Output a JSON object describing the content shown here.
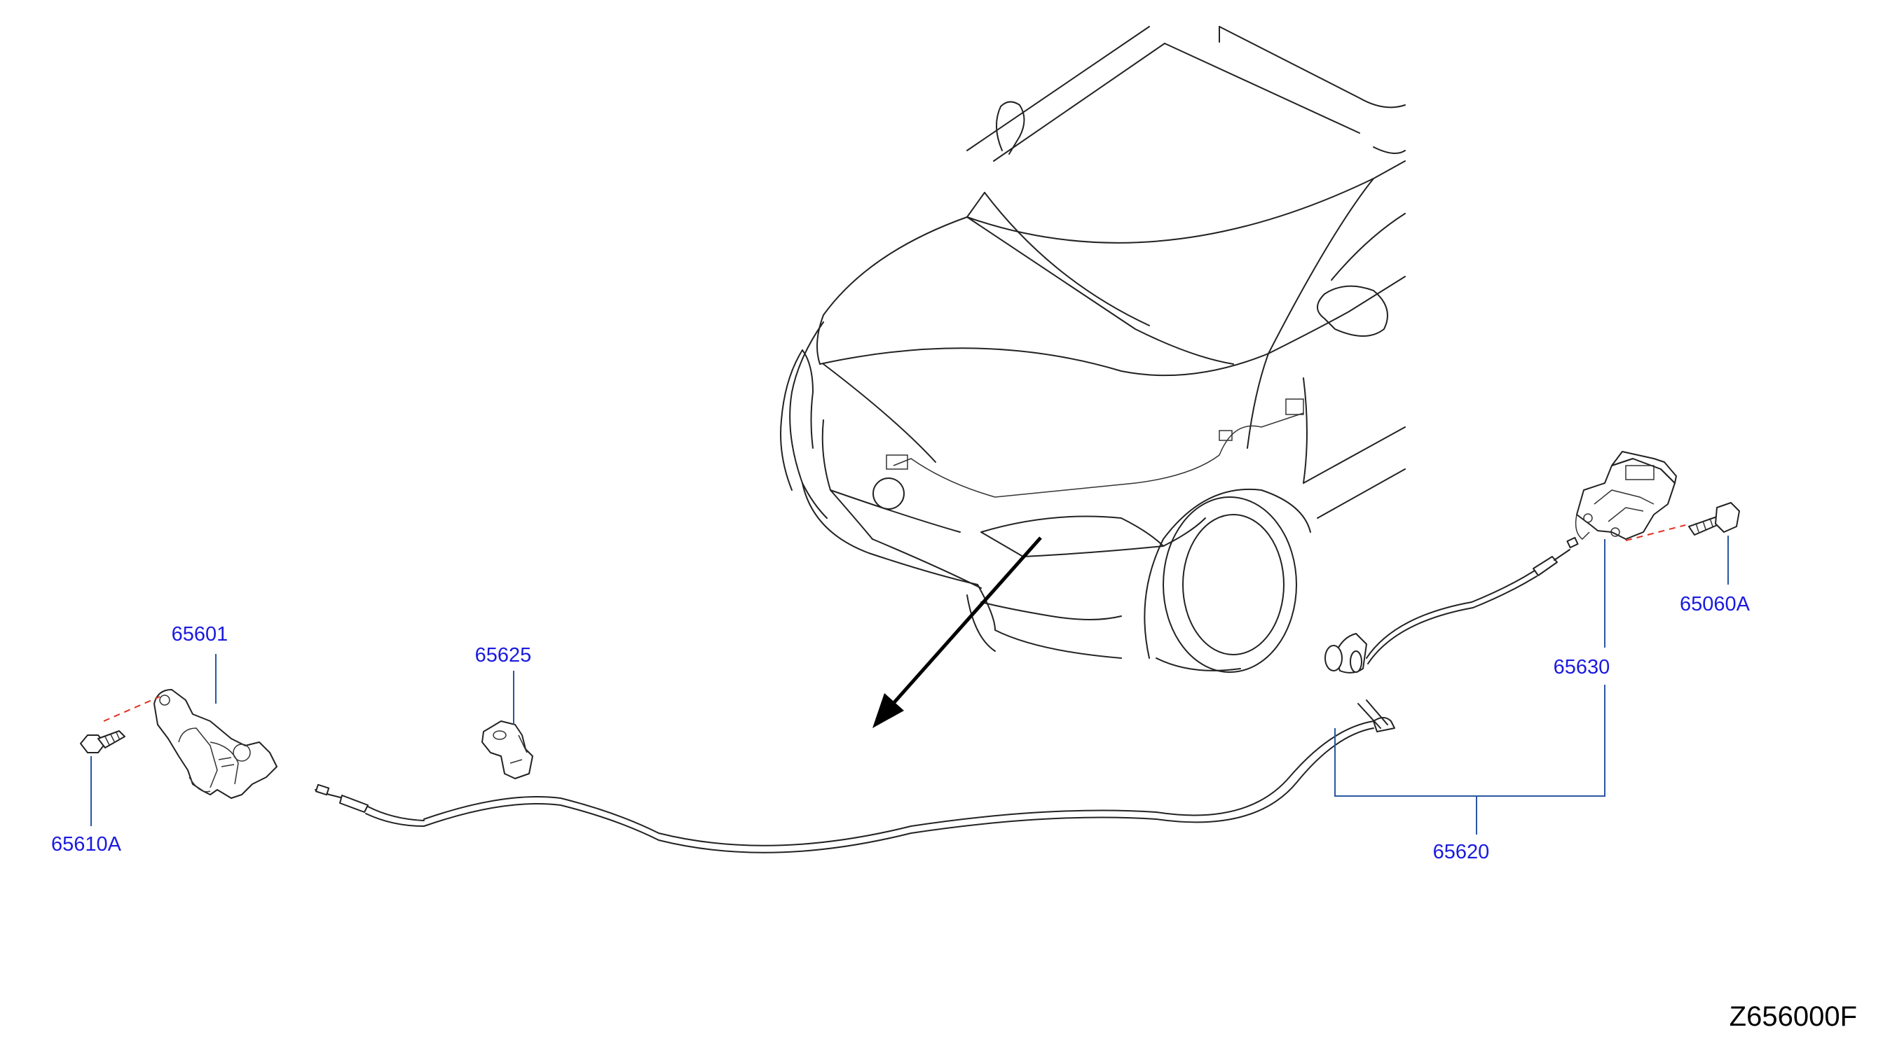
{
  "parts": [
    {
      "id": "latch",
      "number": "65601"
    },
    {
      "id": "latch_bolt",
      "number": "65610A"
    },
    {
      "id": "clip",
      "number": "65625"
    },
    {
      "id": "release_lever",
      "number": "65630"
    },
    {
      "id": "lever_bolt",
      "number": "65060A"
    },
    {
      "id": "cable_assembly",
      "number": "65620"
    }
  ],
  "diagram_code": "Z656000F",
  "colors": {
    "callout": "#1a1adf",
    "leader": "#2a57a0",
    "centerline": "#e03020",
    "line": "#222222"
  }
}
